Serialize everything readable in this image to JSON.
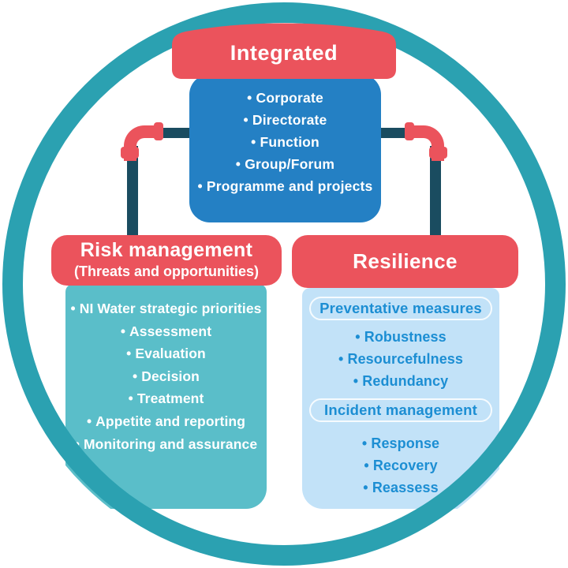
{
  "colors": {
    "ring_teal": "#2BA1B1",
    "coral_red": "#EB535C",
    "dark_pipe": "#1A4C60",
    "blue_box": "#2480C4",
    "teal_body": "#5ABEC9",
    "light_blue_body": "#C2E2F8",
    "blue_text": "#1C8ED3",
    "white": "#FFFFFF"
  },
  "banner": {
    "label": "Integrated"
  },
  "top_box": {
    "items": [
      "Corporate",
      "Directorate",
      "Function",
      "Group/Forum",
      "Programme and projects"
    ]
  },
  "left_panel": {
    "title": "Risk management",
    "subtitle": "(Threats and opportunities)",
    "items": [
      "NI Water strategic priorities",
      "Assessment",
      "Evaluation",
      "Decision",
      "Treatment",
      "Appetite and reporting",
      "Monitoring and assurance"
    ]
  },
  "right_panel": {
    "title": "Resilience",
    "sections": [
      {
        "label": "Preventative measures",
        "items": [
          "Robustness",
          "Resourcefulness",
          "Redundancy"
        ]
      },
      {
        "label": "Incident management",
        "items": [
          "Response",
          "Recovery",
          "Reassess"
        ]
      }
    ]
  }
}
